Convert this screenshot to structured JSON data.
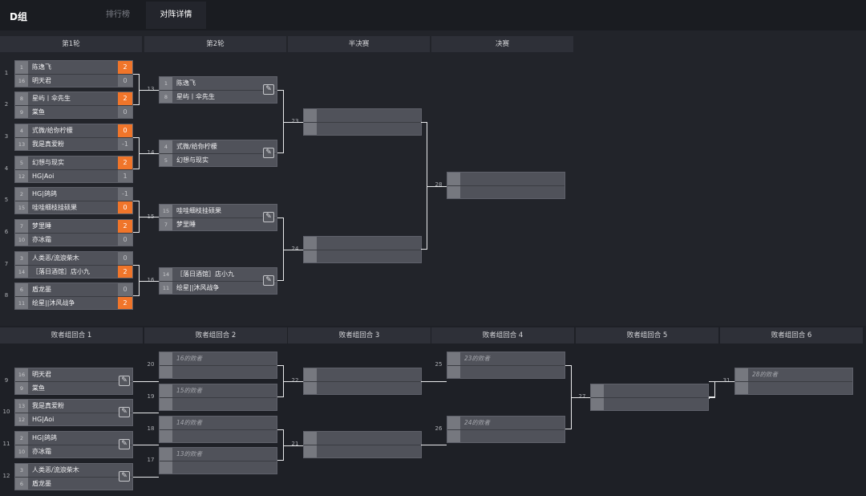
{
  "header": {
    "title": "D组",
    "tabs": [
      "排行榜",
      "对阵详情"
    ]
  },
  "upper_rounds": [
    "第1轮",
    "第2轮",
    "半决赛",
    "决赛"
  ],
  "lower_rounds": [
    "败者组回合 1",
    "败者组回合 2",
    "败者组回合 3",
    "败者组回合 4",
    "败者组回合 5",
    "败者组回合 6"
  ],
  "matches": {
    "m1": {
      "number": "1",
      "p1": {
        "seed": "1",
        "name": "陈逸飞",
        "score": "2"
      },
      "p2": {
        "seed": "16",
        "name": "明天君",
        "score": "0"
      }
    },
    "m2": {
      "number": "2",
      "p1": {
        "seed": "8",
        "name": "星屿丨伞先生",
        "score": "2"
      },
      "p2": {
        "seed": "9",
        "name": "棠鱼",
        "score": "0"
      }
    },
    "m3": {
      "number": "3",
      "p1": {
        "seed": "4",
        "name": "式微/给你柠檬",
        "score": "0"
      },
      "p2": {
        "seed": "13",
        "name": "我是真爱粉",
        "score": "-1"
      }
    },
    "m4": {
      "number": "4",
      "p1": {
        "seed": "5",
        "name": "幻想与现实",
        "score": "2"
      },
      "p2": {
        "seed": "12",
        "name": "HG|Aoi",
        "score": "1"
      }
    },
    "m5": {
      "number": "5",
      "p1": {
        "seed": "2",
        "name": "HG|鸽鸽",
        "score": "-1"
      },
      "p2": {
        "seed": "15",
        "name": "哇哇细枝挂硕果",
        "score": "0"
      }
    },
    "m6": {
      "number": "6",
      "p1": {
        "seed": "7",
        "name": "梦里睡",
        "score": "2"
      },
      "p2": {
        "seed": "10",
        "name": "亦冰霜",
        "score": "0"
      }
    },
    "m7": {
      "number": "7",
      "p1": {
        "seed": "3",
        "name": "人类恶/流浪柴木",
        "score": "0"
      },
      "p2": {
        "seed": "14",
        "name": "［落日酒馆］店小九",
        "score": "2"
      }
    },
    "m8": {
      "number": "8",
      "p1": {
        "seed": "6",
        "name": "盾龙墨",
        "score": "0"
      },
      "p2": {
        "seed": "11",
        "name": "绘星||沐风战争",
        "score": "2"
      }
    },
    "m13": {
      "number": "13",
      "p1": {
        "seed": "1",
        "name": "陈逸飞"
      },
      "p2": {
        "seed": "8",
        "name": "星屿丨伞先生"
      }
    },
    "m14": {
      "number": "14",
      "p1": {
        "seed": "4",
        "name": "式微/给你柠檬"
      },
      "p2": {
        "seed": "5",
        "name": "幻想与现实"
      }
    },
    "m15": {
      "number": "15",
      "p1": {
        "seed": "15",
        "name": "哇哇细枝挂硕果"
      },
      "p2": {
        "seed": "7",
        "name": "梦里睡"
      }
    },
    "m16": {
      "number": "16",
      "p1": {
        "seed": "14",
        "name": "［落日酒馆］店小九"
      },
      "p2": {
        "seed": "11",
        "name": "绘星||沐风战争"
      }
    },
    "m23": {
      "number": "23"
    },
    "m24": {
      "number": "24"
    },
    "m28": {
      "number": "28"
    },
    "m9": {
      "number": "9",
      "p1": {
        "seed": "16",
        "name": "明天君"
      },
      "p2": {
        "seed": "9",
        "name": "棠鱼"
      }
    },
    "m10": {
      "number": "10",
      "p1": {
        "seed": "13",
        "name": "我是真爱粉"
      },
      "p2": {
        "seed": "12",
        "name": "HG|Aoi"
      }
    },
    "m11": {
      "number": "11",
      "p1": {
        "seed": "2",
        "name": "HG|鸽鸽"
      },
      "p2": {
        "seed": "10",
        "name": "亦冰霜"
      }
    },
    "m12": {
      "number": "12",
      "p1": {
        "seed": "3",
        "name": "人类恶/流浪柴木"
      },
      "p2": {
        "seed": "6",
        "name": "盾龙墨"
      }
    },
    "m20": {
      "number": "20",
      "p1": {
        "name": "16的败者"
      }
    },
    "m19": {
      "number": "19",
      "p1": {
        "name": "15的败者"
      }
    },
    "m18": {
      "number": "18",
      "p1": {
        "name": "14的败者"
      }
    },
    "m17": {
      "number": "17",
      "p1": {
        "name": "13的败者"
      }
    },
    "m22": {
      "number": "22"
    },
    "m21": {
      "number": "21"
    },
    "m25": {
      "number": "25",
      "p1": {
        "name": "23的败者"
      }
    },
    "m26": {
      "number": "26",
      "p1": {
        "name": "24的败者"
      }
    },
    "m27": {
      "number": "27"
    },
    "m31": {
      "number": "31",
      "p1": {
        "name": "28的败者"
      }
    }
  },
  "colors": {
    "win_score": "#f0752a",
    "background": "#22242a"
  },
  "icons": {
    "edit": "edit-icon"
  }
}
